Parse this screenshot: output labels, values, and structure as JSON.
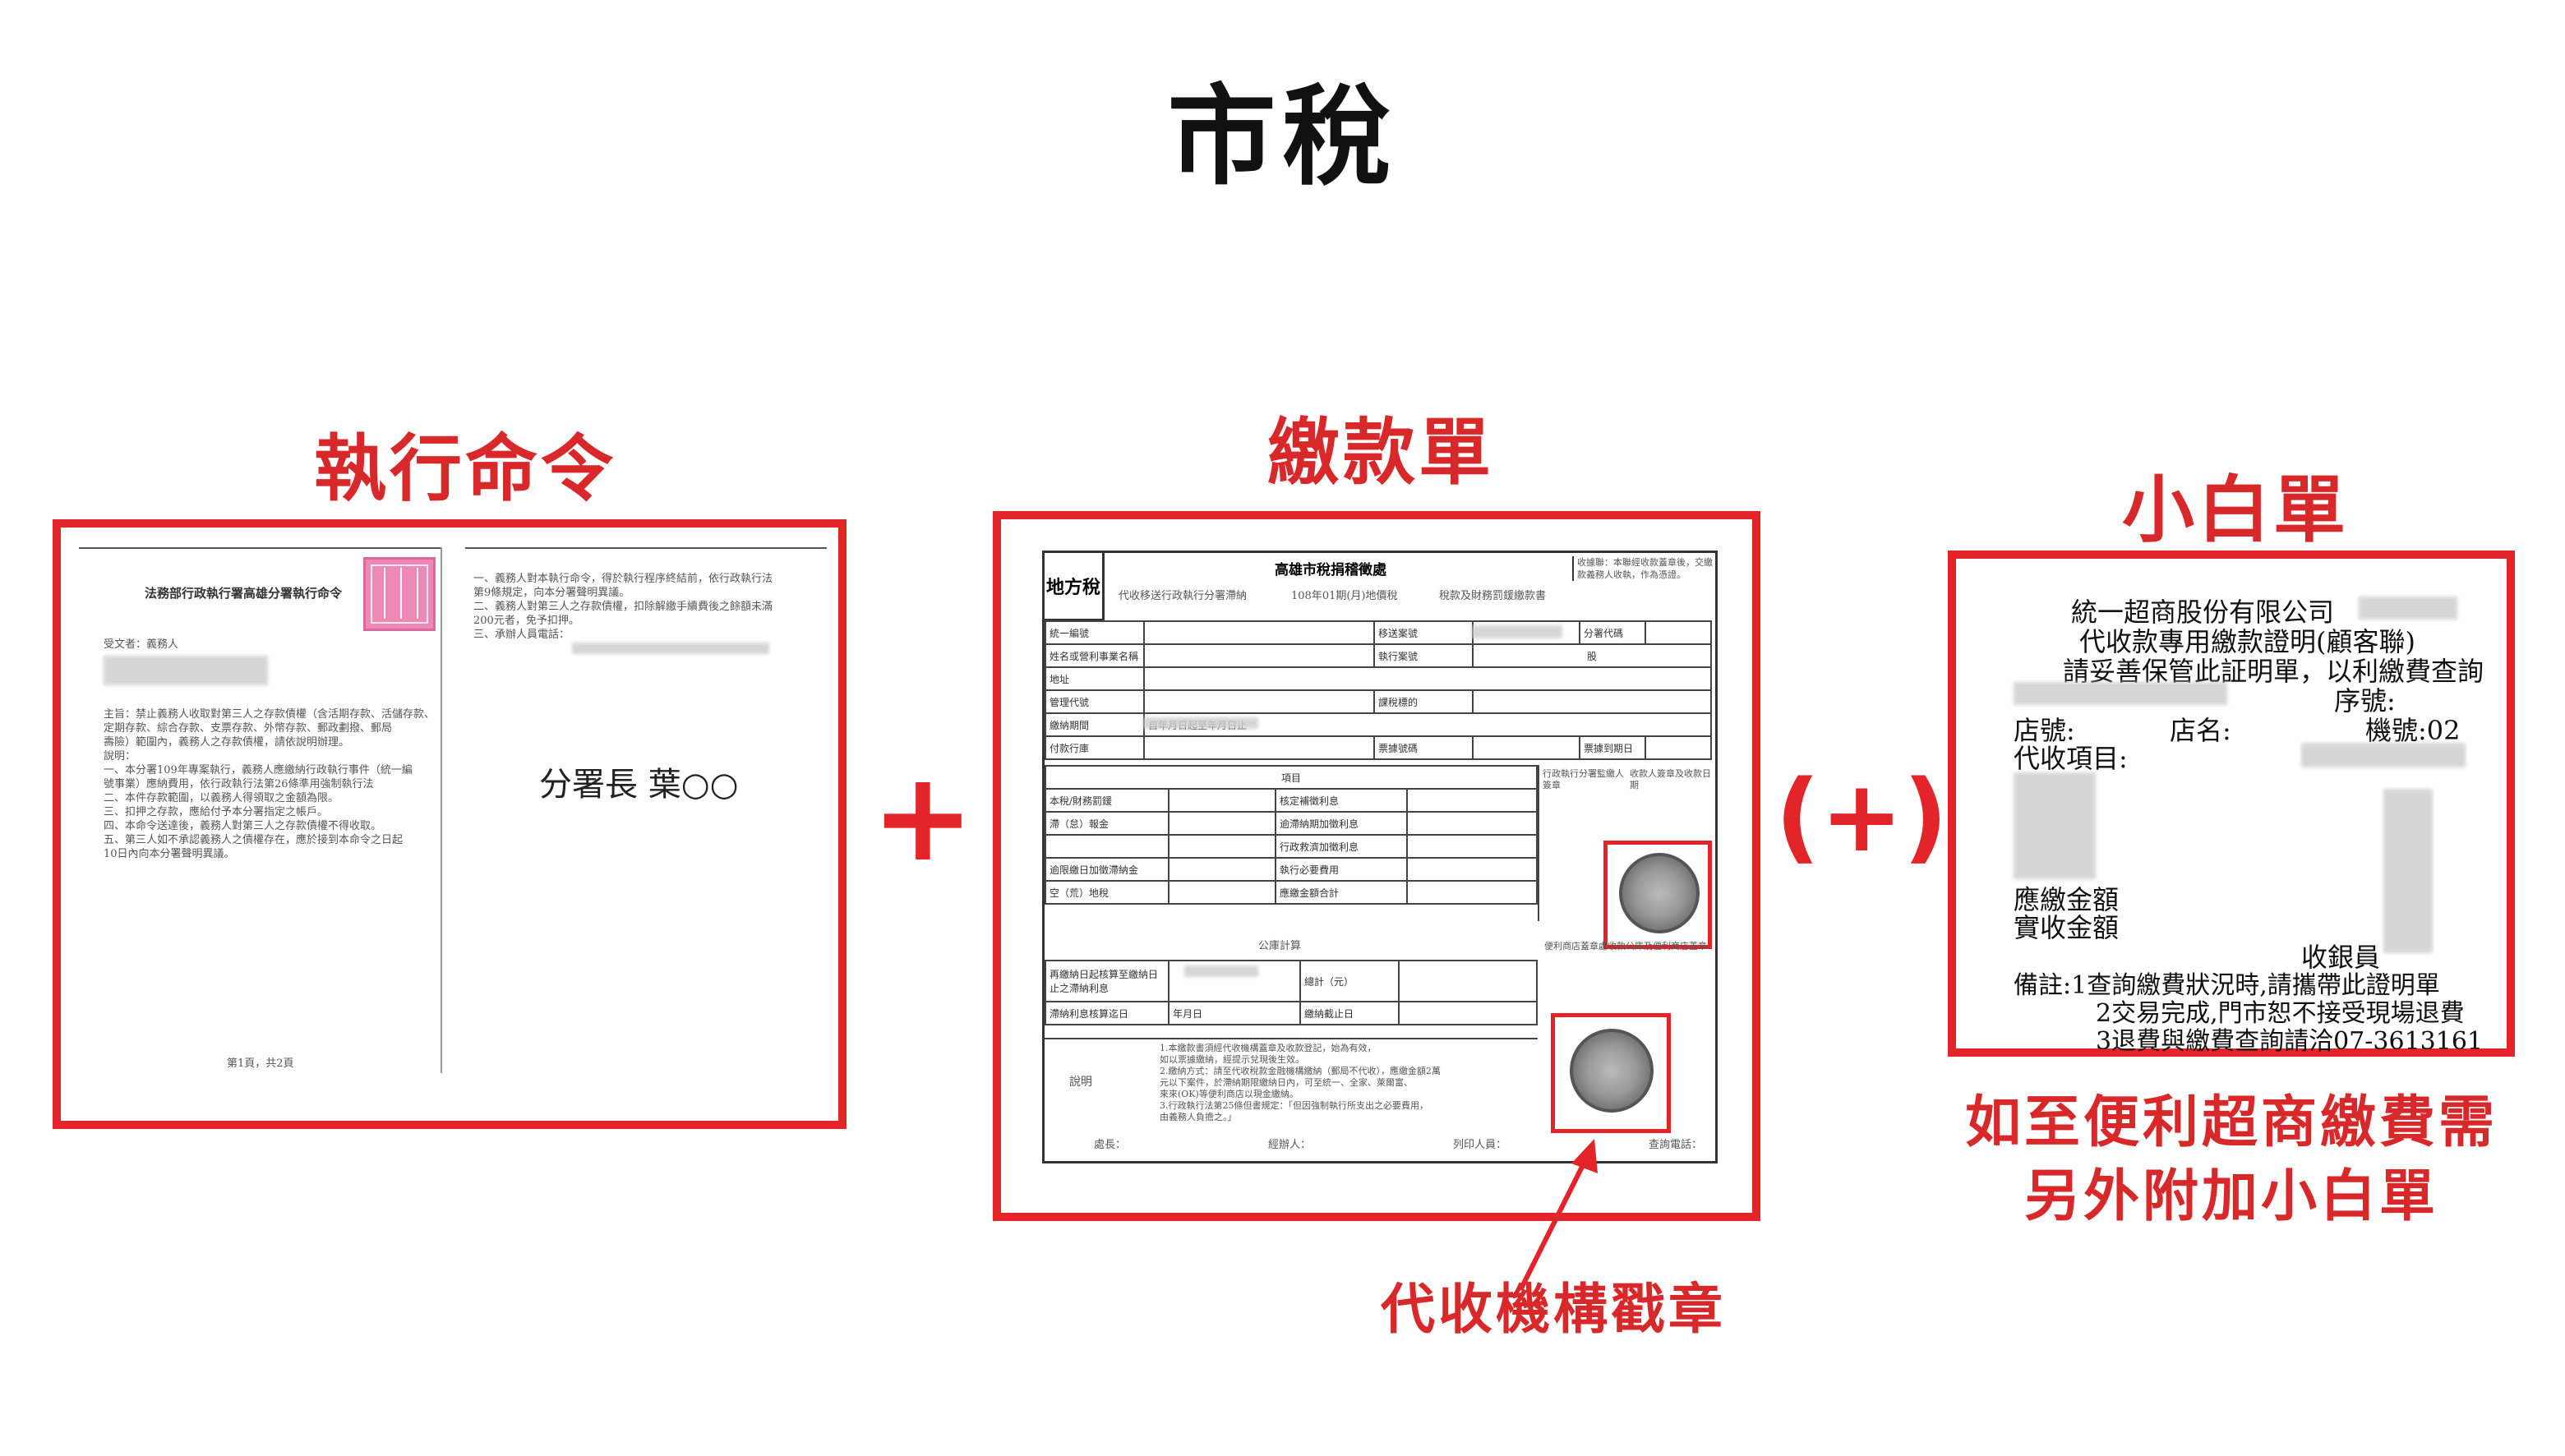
{
  "page_title": "市稅",
  "sections": {
    "execution_order": {
      "label": "執行命令",
      "doc_title": "法務部行政執行署高雄分署執行命令",
      "recipient": "受文者：義務人",
      "chief": "分署長 葉○○",
      "body_lines": [
        "主旨：禁止義務人收取對第三人之存款債權（含活期存款、活儲存款、",
        "定期存款、綜合存款、支票存款、外幣存款、郵政劃撥、郵局",
        "壽險）範圍內，義務人之存款債權，請依說明辦理。",
        "說明：",
        "一、本分署109年專案執行，義務人應繳納行政執行事件（統一編",
        "號事業）應納費用，依行政執行法第26條準用強制執行法",
        "二、本件存款範圍，以義務人得領取之金額為限。",
        "三、扣押之存款，應給付予本分署指定之帳戶。",
        "四、本命令送達後，義務人對第三人之存款債權不得收取。",
        "五、第三人如不承認義務人之債權存在，應於接到本命令之日起",
        "10日內向本分署聲明異議。"
      ],
      "right_lines": [
        "一、義務人對本執行命令，得於執行程序終結前，依行政執行法",
        "第9條規定，向本分署聲明異議。",
        "二、義務人對第三人之存款債權，扣除解繳手續費後之餘額未滿",
        "200元者，免予扣押。",
        "三、承辦人員電話："
      ],
      "page_no": "第1頁，共2頁"
    },
    "payment_slip": {
      "label": "繳款單",
      "header": "高雄市稅捐稽徵處",
      "tax_type": "地方稅",
      "subtitle": "代收移送行政執行分署滯納",
      "period": "108年01期(月)地價稅",
      "form_name": "稅款及財務罰鍰繳款書",
      "receipt_note": "收據聯：本聯經收款蓋章後，交繳款義務人收執，作為憑證。",
      "rows": [
        [
          "統一編號",
          "移送案號",
          "分署代碼"
        ],
        [
          "姓名或營利事業名稱",
          "執行案號",
          "股"
        ],
        [
          "地址",
          "",
          ""
        ],
        [
          "管理代號",
          "課稅標的",
          ""
        ],
        [
          "繳納期間",
          "自年月日起至年月日止",
          ""
        ],
        [
          "付款行庫",
          "票據號碼",
          "票據到期日"
        ]
      ],
      "item_header": "項目",
      "items_left": [
        "本稅/財務罰鍰",
        "滯（怠）報金",
        "逾限繳日加徵滯納金",
        "空（荒）地稅"
      ],
      "items_right": [
        "核定補徵利息",
        "逾滯納期加徵利息",
        "行政救濟加徵利息",
        "執行必要費用",
        "應繳金額合計"
      ],
      "seal_col": [
        "行政執行分署監繳人簽章",
        "收款人簽章及收款日期"
      ],
      "interest_header": "公庫計算",
      "interest_rows": [
        "再繳納日起核算至繳納日止之滯納利息",
        "總計（元）",
        "滯納利息核算迄日",
        "年月日",
        "繳納截止日"
      ],
      "conv_note": "便利商店蓋章處收款公庫及便利商店蓋章",
      "notes_label": "說明",
      "notes": [
        "1.本繳款書須經代收機構蓋章及收款登記，始為有效，",
        "如以票據繳納，經提示兌現後生效。",
        "2.繳納方式：請至代收稅款金融機構繳納（郵局不代收），應繳金額2萬",
        "元以下案件，於滯納期限繳納日內，可至統一、全家、萊爾富、",
        "來來(OK)等便利商店以現金繳納。",
        "3.行政執行法第25條但書規定：「但因強制執行所支出之必要費用，",
        "由義務人負擔之。」"
      ],
      "footer": [
        "處長：",
        "經辦人：",
        "列印人員：",
        "查詢電話："
      ],
      "stamp_caption": "代收機構戳章"
    },
    "separator_plus": "+",
    "separator_optional": "(+)",
    "receipt": {
      "label": "小白單",
      "company": "統一超商股份有限公司",
      "doc_name": "代收款專用繳款證明(顧客聯)",
      "keep_note": "請妥善保管此証明單，以利繳費查詢",
      "serial": "序號:",
      "store_no": "店號:",
      "store_name": "店名:",
      "machine": "機號:02",
      "item": "代收項目:",
      "due": "應繳金額",
      "paid": "實收金額",
      "cashier": "收銀員",
      "remark_lines": [
        "備註:1查詢繳費狀況時,請攜帶此證明單",
        "2交易完成,門市恕不接受現場退費",
        "3退費與繳費查詢請洽07-3613161"
      ],
      "caption_lines": [
        "如至便利超商繳費需",
        "另外附加小白單"
      ]
    }
  },
  "colors": {
    "accent_red": "#e3252a",
    "label_red": "#d9282a",
    "seal_pink": "#ee88b4"
  }
}
